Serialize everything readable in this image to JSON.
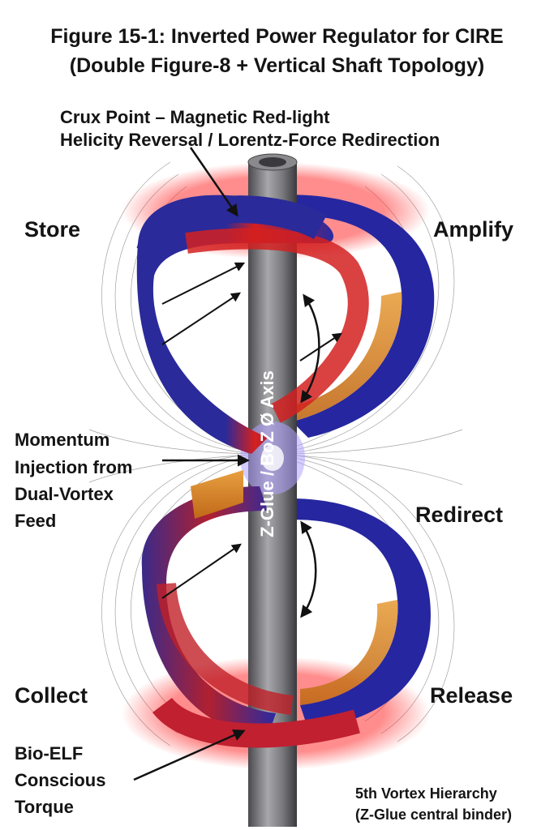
{
  "title": {
    "line1": "Figure 15-1: Inverted Power Regulator for CIRE",
    "line2": "(Double Figure-8 + Vertical Shaft Topology)"
  },
  "labels": {
    "crux_line1": "Crux Point – Magnetic Red-light",
    "crux_line2": "Helicity Reversal / Lorentz-Force Redirection",
    "store": "Store",
    "amplify": "Amplify",
    "redirect": "Redirect",
    "collect": "Collect",
    "release": "Release",
    "momentum_line1": "Momentum",
    "momentum_line2": "Injection from",
    "momentum_line3": "Dual-Vortex",
    "momentum_line4": "Feed",
    "axis": "Z-Glue / BoZ Ø Axis",
    "bio_line1": "Bio-ELF",
    "bio_line2": "Conscious",
    "bio_line3": "Torque",
    "hierarchy_line1": "5th Vortex Hierarchy",
    "hierarchy_line2": "(Z-Glue central binder)"
  },
  "colors": {
    "blue": "#2a2a9a",
    "red": "#d42020",
    "orange": "#d98a2a",
    "shaft": "#6e6e72",
    "glow": "#ff4040"
  }
}
